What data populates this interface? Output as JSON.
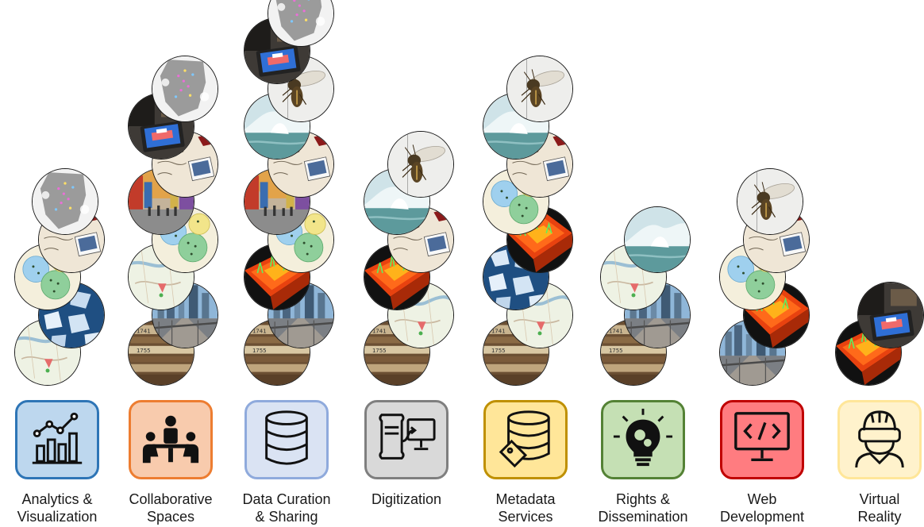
{
  "categories": [
    {
      "label_lines": [
        "Analytics &",
        "Visualization"
      ],
      "icon": "analytics-chart-icon",
      "fill": "#bdd7ee",
      "border": "#2e75b6",
      "images": [
        "hand-drawn-map",
        "ice-floes",
        "colored-dot-map",
        "letter-with-photo",
        "gis-map"
      ]
    },
    {
      "label_lines": [
        "Collaborative",
        "Spaces"
      ],
      "icon": "meeting-people-icon",
      "fill": "#f8cbad",
      "border": "#ed7d31",
      "images": [
        "ledger-books",
        "city-bridge",
        "hand-drawn-map",
        "colored-dot-map",
        "street-crowd",
        "letter-with-photo",
        "vr-headset-room",
        "gis-map"
      ]
    },
    {
      "label_lines": [
        "Data Curation",
        "& Sharing"
      ],
      "icon": "database-icon",
      "fill": "#dae3f3",
      "border": "#8faadc",
      "images": [
        "ledger-books",
        "city-bridge",
        "heatmap-3d",
        "colored-dot-map",
        "street-crowd",
        "letter-with-photo",
        "glacier-ice",
        "bee-specimen",
        "vr-headset-room",
        "gis-map"
      ]
    },
    {
      "label_lines": [
        "Digitization"
      ],
      "icon": "digitize-scroll-monitor-icon",
      "fill": "#d9d9d9",
      "border": "#7f7f7f",
      "images": [
        "ledger-books",
        "hand-drawn-map",
        "heatmap-3d",
        "letter-with-photo",
        "glacier-ice",
        "bee-specimen"
      ]
    },
    {
      "label_lines": [
        "Metadata",
        "Services"
      ],
      "icon": "database-tag-icon",
      "fill": "#ffe699",
      "border": "#bf9000",
      "images": [
        "ledger-books",
        "hand-drawn-map",
        "ice-floes",
        "heatmap-3d",
        "colored-dot-map",
        "letter-with-photo",
        "glacier-ice",
        "bee-specimen"
      ]
    },
    {
      "label_lines": [
        "Rights &",
        "Dissemination"
      ],
      "icon": "lightbulb-gears-icon",
      "fill": "#c5e0b4",
      "border": "#548235",
      "images": [
        "ledger-books",
        "city-bridge",
        "hand-drawn-map",
        "glacier-ice"
      ]
    },
    {
      "label_lines": [
        "Web",
        "Development"
      ],
      "icon": "monitor-code-icon",
      "fill": "#ff7c80",
      "border": "#c00000",
      "images": [
        "city-bridge",
        "heatmap-3d",
        "colored-dot-map",
        "letter-with-photo",
        "bee-specimen"
      ]
    },
    {
      "label_lines": [
        "Virtual",
        "Reality"
      ],
      "icon": "vr-person-icon",
      "fill": "#fff2cc",
      "border": "#ffe699",
      "images": [
        "heatmap-3d",
        "vr-headset-room"
      ]
    }
  ]
}
